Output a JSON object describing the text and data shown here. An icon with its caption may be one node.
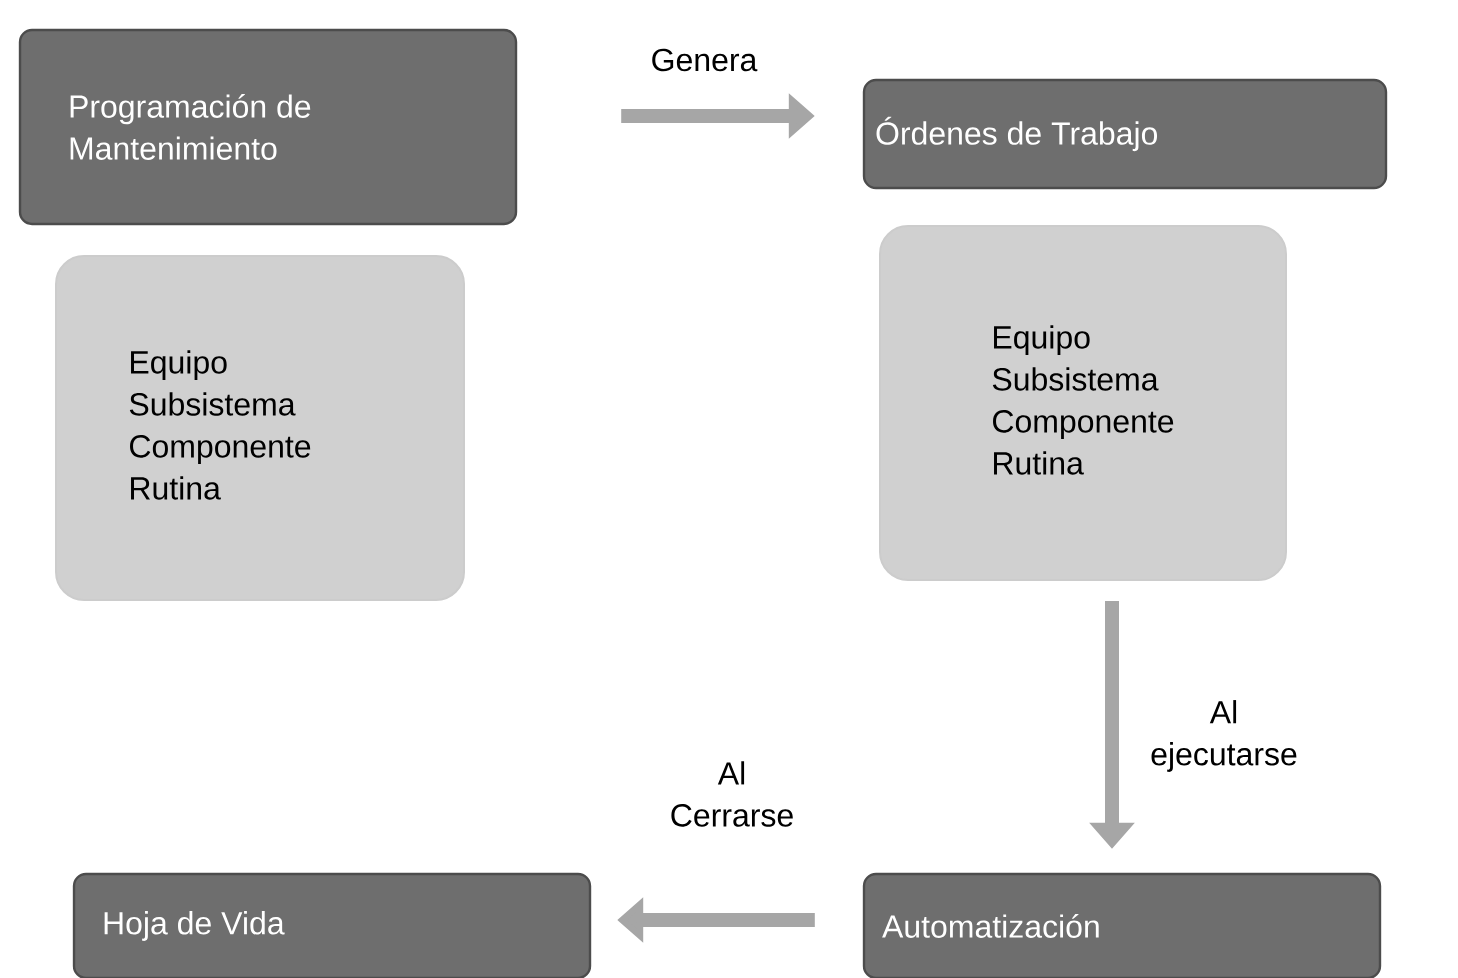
{
  "diagram": {
    "nodes": [
      {
        "text": [
          "Programación de Mantenimiento"
        ]
      },
      {
        "text": [
          "Órdenes de Trabajo"
        ]
      },
      {
        "text": [
          "Equipo",
          "Subsistema",
          "Componente",
          "Rutina"
        ]
      },
      {
        "text": [
          "Equipo",
          "Subsistema",
          "Componente",
          "Rutina"
        ]
      },
      {
        "text": [
          "Hoja de Vida"
        ]
      },
      {
        "text": [
          "Automatización"
        ]
      }
    ],
    "edges": [
      {
        "from": 0,
        "to": 1,
        "arrow": "to",
        "label": "Genera"
      },
      {
        "from": 3,
        "to": 5,
        "arrow": "to",
        "label": "Al ejecutarse"
      },
      {
        "from": 5,
        "to": 4,
        "arrow": "to",
        "label": "Al Cerrarse"
      }
    ]
  }
}
